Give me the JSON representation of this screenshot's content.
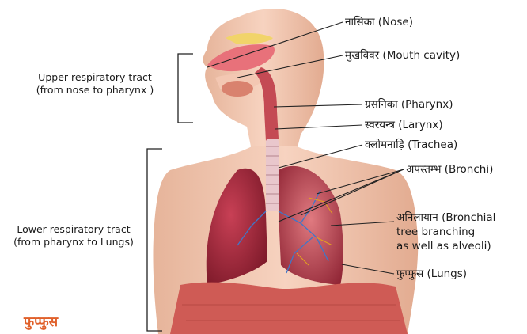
{
  "labels": {
    "nose": "नासिका  (Nose)",
    "mouth": "मुखविवर (Mouth cavity)",
    "pharynx": "ग्रसनिका (Pharynx)",
    "larynx": "स्वरयन्त्र (Larynx)",
    "trachea": "क्लोमनाड़ि (Trachea)",
    "bronchi": "अपस्तम्भ (Bronchi)",
    "bronchial_tree": [
      "अनिलायान (Bronchial",
      "tree branching",
      "as well as alveoli)"
    ],
    "lungs": "फुप्फुस (Lungs)"
  },
  "upper_tract": [
    "Upper respiratory tract",
    "(from nose to pharynx )"
  ],
  "lower_tract": [
    "Lower respiratory tract",
    "(from pharynx  to Lungs)"
  ],
  "brand": "फुप्फुस",
  "colors": {
    "brand": "#e0602a",
    "skin": "#f2c2a8",
    "lung": "#a8283a",
    "muscle": "#c94a4a",
    "trachea": "#f0d6d8"
  }
}
